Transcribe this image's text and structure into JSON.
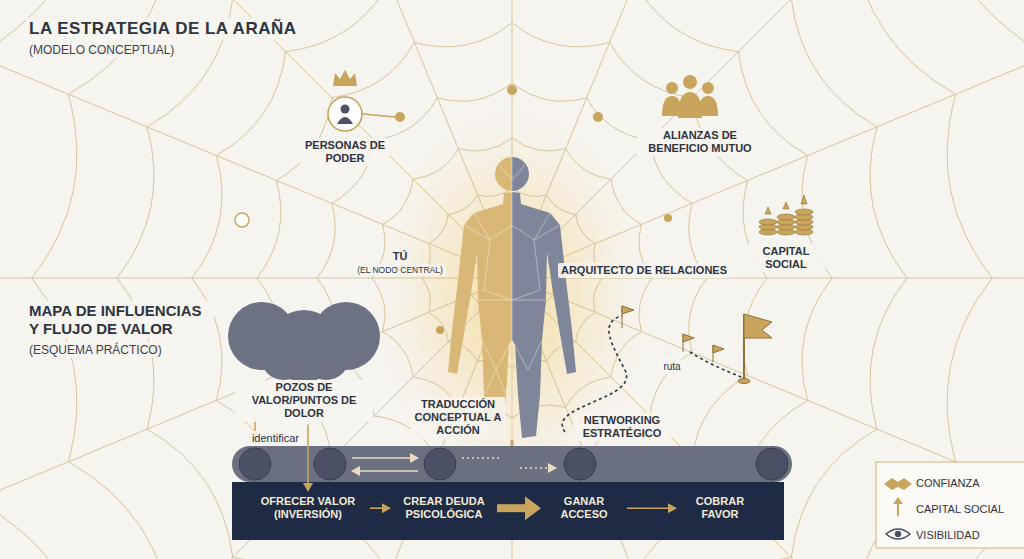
{
  "diagram": {
    "title": "LA ESTRATEGIA DE LA ARAÑA",
    "nodes": [
      {
        "text": [
          "PERSONAS DE PODER"
        ]
      },
      {
        "text": [
          "POZOS DE VALOR/PUNTOS DE DOLOR"
        ]
      },
      {
        "text": [
          "OFRECER VALOR (INVERSIÓN)"
        ]
      },
      {
        "text": [
          "CREAR DEUDA PSICOLÓGICA"
        ]
      },
      {
        "text": [
          "GANAR ACCESO"
        ]
      },
      {
        "text": [
          "COBRAR FAVOR"
        ]
      }
    ],
    "edges": [
      {
        "from": 1,
        "to": 2,
        "arrow": "to",
        "label": "identificar"
      },
      {
        "from": 2,
        "to": 3,
        "arrow": "to"
      },
      {
        "from": 3,
        "to": 4,
        "arrow": "to"
      },
      {
        "from": 4,
        "to": 5,
        "arrow": "to"
      }
    ],
    "labels": [
      "(MODELO CONCEPTUAL)",
      "ALIANZAS DE BENEFICIO MUTUO",
      "CAPITAL SOCIAL",
      "TÚ",
      "(EL NODO CENTRAL)",
      "ARQUITECTO DE RELACIONES",
      "MAPA DE INFLUENCIAS Y FLUJO DE VALOR",
      "(ESQUEMA PRÁCTICO)",
      "TRADUCCIÓN CONCEPTUAL A ACCIÓN",
      "NETWORKING ESTRATÉGICO",
      "ruta"
    ],
    "legend": [
      {
        "text": "CONFIANZA"
      },
      {
        "text": "CAPITAL SOCIAL"
      },
      {
        "text": "VISIBILIDAD"
      }
    ]
  }
}
